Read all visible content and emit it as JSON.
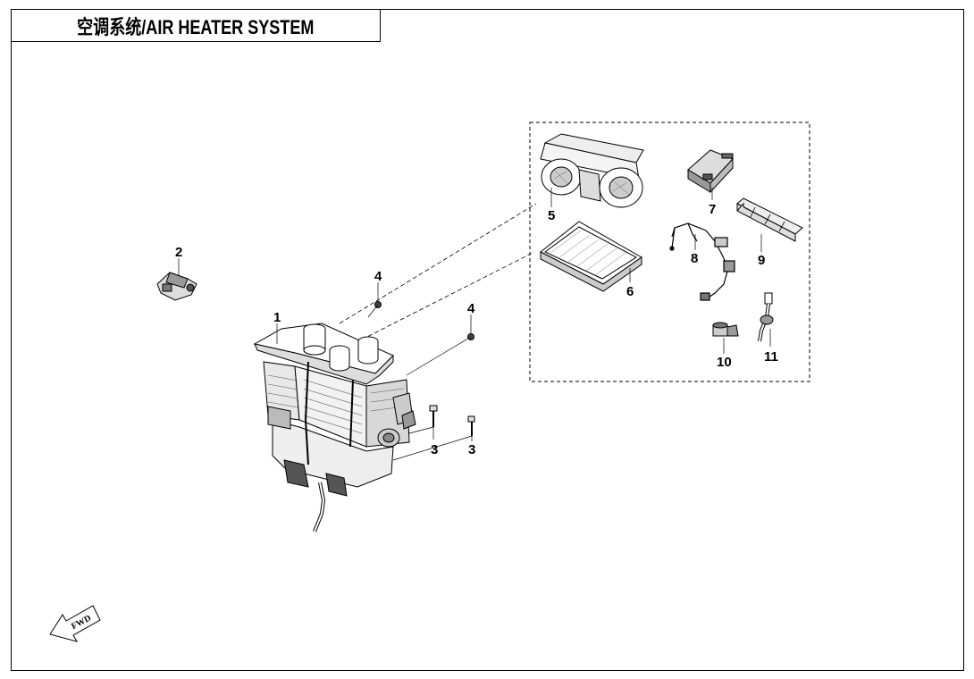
{
  "title": "空调系统/AIR HEATER SYSTEM",
  "fwd_label": "FWD",
  "callouts": {
    "c1": "1",
    "c2": "2",
    "c3a": "3",
    "c3b": "3",
    "c4a": "4",
    "c4b": "4",
    "c5": "5",
    "c6": "6",
    "c7": "7",
    "c8": "8",
    "c9": "9",
    "c10": "10",
    "c11": "11"
  }
}
